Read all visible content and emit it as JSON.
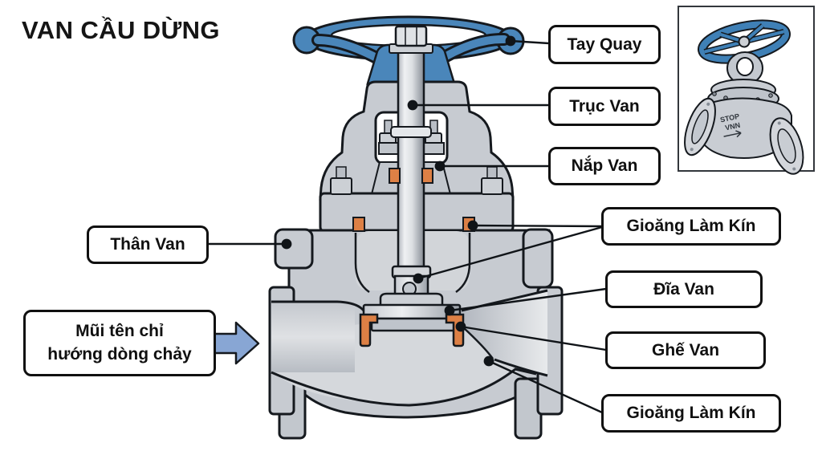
{
  "title": "VAN CẦU DỪNG",
  "callouts": {
    "tay_quay": "Tay Quay",
    "truc_van": "Trục Van",
    "nap_van": "Nắp Van",
    "gioang_lam_kin_top": "Gioăng Làm Kín",
    "dia_van": "Đĩa Van",
    "ghe_van": "Ghế Van",
    "gioang_lam_kin_bottom": "Gioăng Làm Kín",
    "than_van": "Thân Van"
  },
  "flow_note": {
    "line1": "Mũi tên chỉ",
    "line2": "hướng dòng chảy"
  },
  "inset": {
    "body_text_line1": "STOP",
    "body_text_line2": "VNN"
  },
  "colors": {
    "handwheel_blue": "#4a86ba",
    "body_gray": "#c7cbd1",
    "interior_gray": "#d5d8dc",
    "gasket_orange": "#dd8045",
    "outline_dark": "#15191e",
    "flow_arrow_blue": "#88a6d4",
    "label_border": "#101010"
  }
}
